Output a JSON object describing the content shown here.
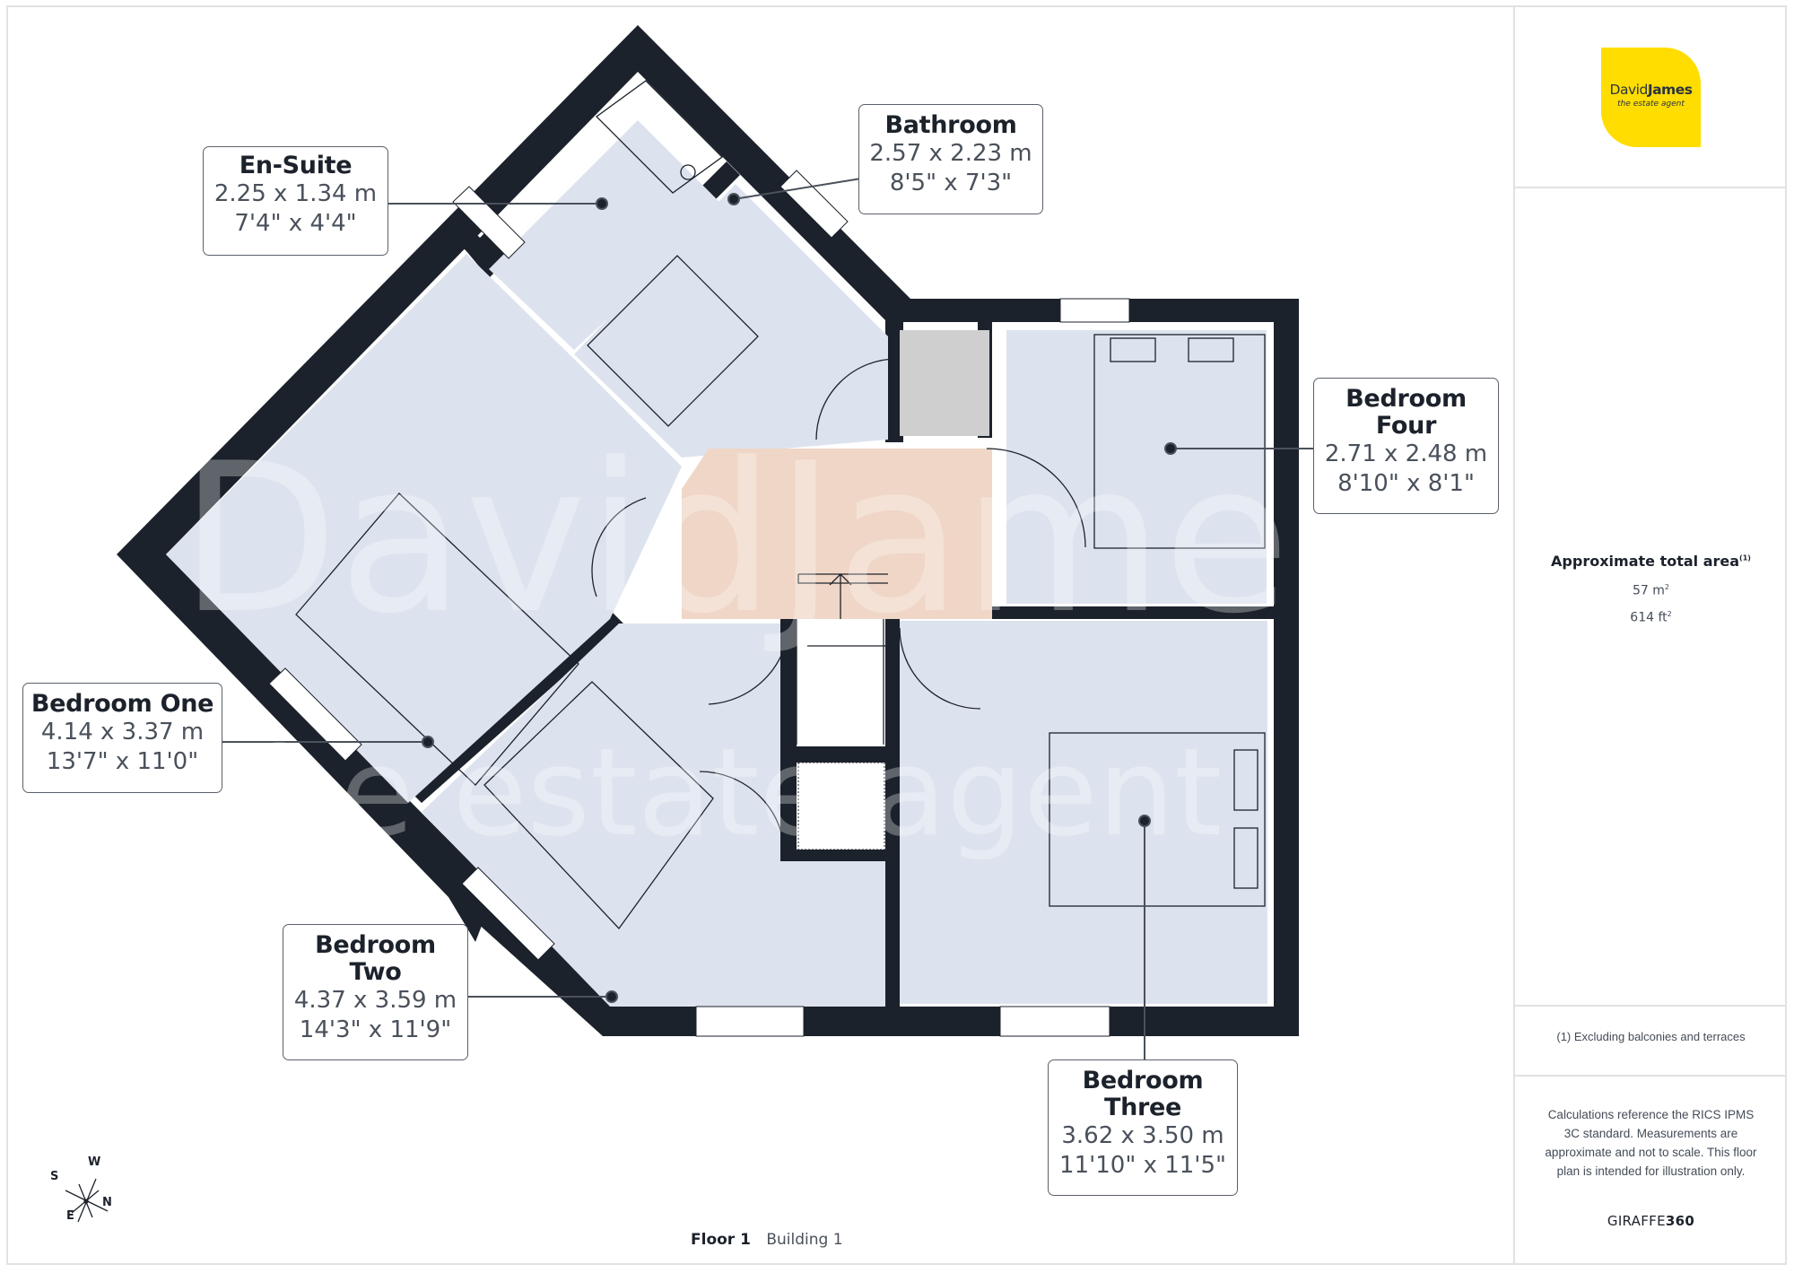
{
  "brand": {
    "logo_name_regular": "David",
    "logo_name_bold": "James",
    "logo_tagline": "the estate agent",
    "logo_color": "#ffdd00",
    "watermark_line1": "DavidJames",
    "watermark_line2": "the estate agent"
  },
  "summary": {
    "title": "Approximate total area",
    "title_footnote": "(1)",
    "area_m2": "57 m",
    "area_m2_sup": "2",
    "area_ft2": "614 ft",
    "area_ft2_sup": "2"
  },
  "footnote": "(1) Excluding balconies and terraces",
  "disclaimer": "Calculations reference the RICS IPMS 3C standard. Measurements are approximate and not to scale. This floor plan is intended for illustration only.",
  "credit": {
    "regular": "GIRAFFE",
    "bold": "360"
  },
  "footer": {
    "floor": "Floor 1",
    "building": "Building 1"
  },
  "compass": {
    "n": "N",
    "s": "S",
    "e": "E",
    "w": "W"
  },
  "colors": {
    "wall": "#1c222b",
    "room_fill": "#dde3ee",
    "landing_fill": "#f0d6c6",
    "cupboard_fill": "#cfcfcf"
  },
  "rooms": [
    {
      "name": "En-Suite",
      "metric": "2.25 x 1.34 m",
      "imperial": "7'4\" x 4'4\""
    },
    {
      "name": "Bathroom",
      "metric": "2.57 x 2.23 m",
      "imperial": "8'5\" x 7'3\""
    },
    {
      "name_line1": "Bedroom",
      "name_line2": "Four",
      "metric": "2.71 x 2.48 m",
      "imperial": "8'10\" x 8'1\""
    },
    {
      "name": "Bedroom One",
      "metric": "4.14 x 3.37 m",
      "imperial": "13'7\" x 11'0\""
    },
    {
      "name_line1": "Bedroom",
      "name_line2": "Two",
      "metric": "4.37 x 3.59 m",
      "imperial": "14'3\" x 11'9\""
    },
    {
      "name_line1": "Bedroom",
      "name_line2": "Three",
      "metric": "3.62 x 3.50 m",
      "imperial": "11'10\" x 11'5\""
    }
  ]
}
